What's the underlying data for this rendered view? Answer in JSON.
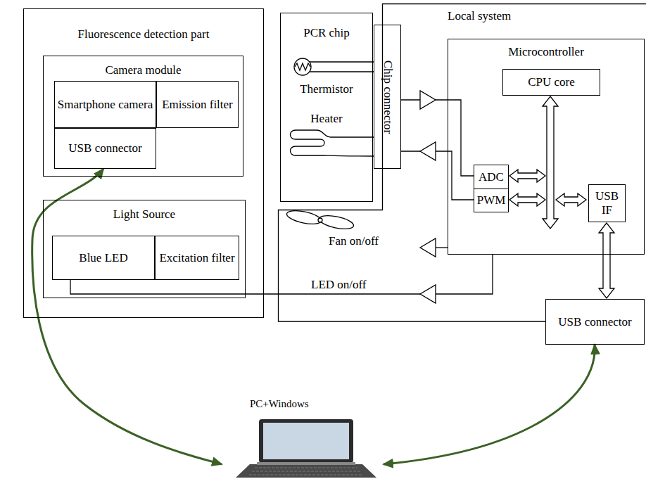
{
  "diagram": {
    "nodes": [
      {
        "text": [
          "Fluorescence detection part"
        ]
      },
      {
        "text": [
          "Camera module"
        ],
        "in": 0
      },
      {
        "text": [
          "Smartphone camera"
        ],
        "in": 1
      },
      {
        "text": [
          "Emission filter"
        ],
        "in": 1
      },
      {
        "text": [
          "USB connector"
        ],
        "in": 1
      },
      {
        "text": [
          "Light Source"
        ],
        "in": 0
      },
      {
        "text": [
          "Blue LED"
        ],
        "in": 5
      },
      {
        "text": [
          "Excitation filter"
        ],
        "in": 5
      },
      {
        "text": [
          "Local system"
        ]
      },
      {
        "text": [
          "PCR chip",
          "Thermistor",
          "Heater"
        ],
        "in": 8
      },
      {
        "text": [
          "Chip connector"
        ],
        "in": 8
      },
      {
        "text": [
          "Microcontroller"
        ],
        "in": 8
      },
      {
        "text": [
          "CPU core"
        ],
        "in": 11
      },
      {
        "text": [
          "ADC"
        ],
        "in": 11
      },
      {
        "text": [
          "PWM"
        ],
        "in": 11
      },
      {
        "text": [
          "USB IF"
        ],
        "in": 11
      },
      {
        "text": [
          "USB connector"
        ]
      },
      {
        "text": [
          "PC+Windows"
        ]
      }
    ],
    "edges": [
      {
        "from": 4,
        "to": 17,
        "arrow": "both"
      },
      {
        "from": 16,
        "to": 17,
        "arrow": "both"
      },
      {
        "from": 15,
        "to": 16,
        "arrow": "both"
      },
      {
        "from": 10,
        "to": 13,
        "arrow": "none"
      },
      {
        "from": 14,
        "to": 10,
        "arrow": "none"
      },
      {
        "from": 11,
        "to": 6,
        "label": "LED on/off",
        "arrow": "none"
      }
    ],
    "labels": [
      "Fan on/off"
    ]
  }
}
